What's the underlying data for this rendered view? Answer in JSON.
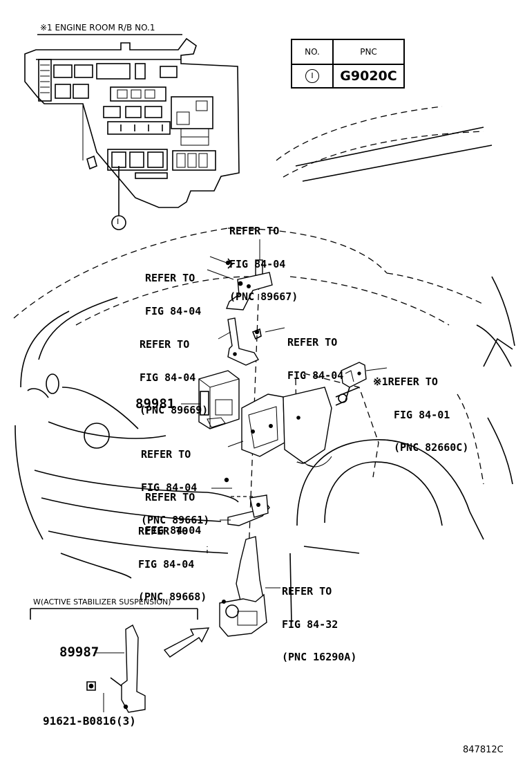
{
  "inset": {
    "title": "※1 ENGINE ROOM R/B NO.1",
    "callout_marker": "I"
  },
  "pnc_table": {
    "col_no": "NO.",
    "col_pnc": "PNC",
    "row_marker": "I",
    "row_pnc": "G9020C"
  },
  "callouts": {
    "c1": {
      "l1": "REFER TO",
      "l2": "FIG 84-04",
      "l3": "(PNC 89667)"
    },
    "c2": {
      "l1": "REFER TO",
      "l2": "FIG 84-04"
    },
    "c3": {
      "l1": "REFER TO",
      "l2": "FIG 84-04",
      "l3": "(PNC 89669)"
    },
    "c4": {
      "l1": "REFER TO",
      "l2": "FIG 84-04"
    },
    "c5": {
      "l1": "※1REFER TO",
      "l2": "FIG 84-01",
      "l3": "(PNC 82660C)"
    },
    "c6": {
      "l1": "REFER TO",
      "l2": "FIG 84-04",
      "l3": "(PNC 89661)"
    },
    "c7": {
      "l1": "REFER TO",
      "l2": "FIG 84-04"
    },
    "c8": {
      "l1": "REFER TO",
      "l2": "FIG 84-04",
      "l3": "(PNC 89668)"
    },
    "c9": {
      "l1": "REFER TO",
      "l2": "FIG 84-32",
      "l3": "(PNC 16290A)"
    }
  },
  "parts": {
    "ecu": "89981",
    "bracket": "89987",
    "bolt": "91621-B0816(3)"
  },
  "variant_note": "W(ACTIVE STABILIZER SUSPENSION)",
  "figure_code": "847812C"
}
